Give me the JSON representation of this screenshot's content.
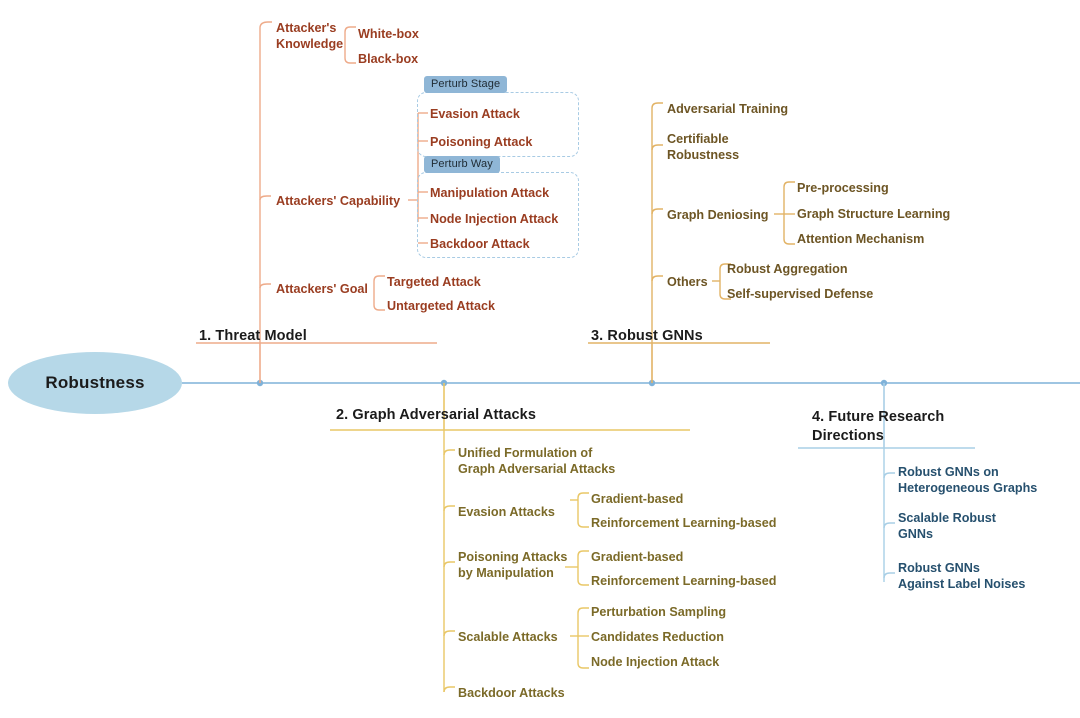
{
  "diagram": {
    "title": "Robustness",
    "type": "mind-map",
    "colors": {
      "root_fill": "#b6d8e8",
      "trunk": "#7fb2d9",
      "branch1": "#eeab8a",
      "branch2": "#e9c767",
      "branch3": "#e2b366",
      "branch4": "#a9cfe6",
      "branch1_text": "#9a3d21",
      "branch2_text": "#7b6a28",
      "branch3_text": "#6d5524",
      "branch4_text": "#26506e",
      "tag_fill": "#8fb6d6",
      "dashed_border": "#a8cbe4"
    }
  },
  "root": {
    "label": "Robustness"
  },
  "branches": [
    {
      "id": "threat-model",
      "title": "1. Threat Model",
      "children": [
        {
          "label": "Attacker's\nKnowledge",
          "children": [
            {
              "label": "White-box"
            },
            {
              "label": "Black-box"
            }
          ]
        },
        {
          "label": "Attackers' Capability",
          "groups": [
            {
              "tag": "Perturb Stage",
              "children": [
                {
                  "label": "Evasion Attack"
                },
                {
                  "label": "Poisoning Attack"
                }
              ]
            },
            {
              "tag": "Perturb Way",
              "children": [
                {
                  "label": "Manipulation Attack"
                },
                {
                  "label": "Node Injection Attack"
                },
                {
                  "label": "Backdoor Attack"
                }
              ]
            }
          ]
        },
        {
          "label": "Attackers' Goal",
          "children": [
            {
              "label": "Targeted Attack"
            },
            {
              "label": "Untargeted Attack"
            }
          ]
        }
      ]
    },
    {
      "id": "graph-adversarial-attacks",
      "title": "2. Graph Adversarial Attacks",
      "children": [
        {
          "label": "Unified Formulation of\nGraph Adversarial Attacks"
        },
        {
          "label": "Evasion Attacks",
          "children": [
            {
              "label": "Gradient-based"
            },
            {
              "label": "Reinforcement Learning-based"
            }
          ]
        },
        {
          "label": "Poisoning Attacks\nby Manipulation",
          "children": [
            {
              "label": "Gradient-based"
            },
            {
              "label": "Reinforcement Learning-based"
            }
          ]
        },
        {
          "label": "Scalable Attacks",
          "children": [
            {
              "label": "Perturbation Sampling"
            },
            {
              "label": "Candidates Reduction"
            },
            {
              "label": "Node Injection Attack"
            }
          ]
        },
        {
          "label": "Backdoor Attacks"
        }
      ]
    },
    {
      "id": "robust-gnns",
      "title": "3. Robust GNNs",
      "children": [
        {
          "label": "Adversarial Training"
        },
        {
          "label": "Certifiable\nRobustness"
        },
        {
          "label": "Graph Deniosing",
          "children": [
            {
              "label": "Pre-processing"
            },
            {
              "label": "Graph Structure Learning"
            },
            {
              "label": "Attention Mechanism"
            }
          ]
        },
        {
          "label": "Others",
          "children": [
            {
              "label": "Robust Aggregation"
            },
            {
              "label": "Self-supervised Defense"
            }
          ]
        }
      ]
    },
    {
      "id": "future-research-directions",
      "title": "4. Future Research\nDirections",
      "children": [
        {
          "label": "Robust GNNs on\nHeterogeneous Graphs"
        },
        {
          "label": "Scalable Robust\nGNNs"
        },
        {
          "label": "Robust GNNs\nAgainst Label Noises"
        }
      ]
    }
  ]
}
